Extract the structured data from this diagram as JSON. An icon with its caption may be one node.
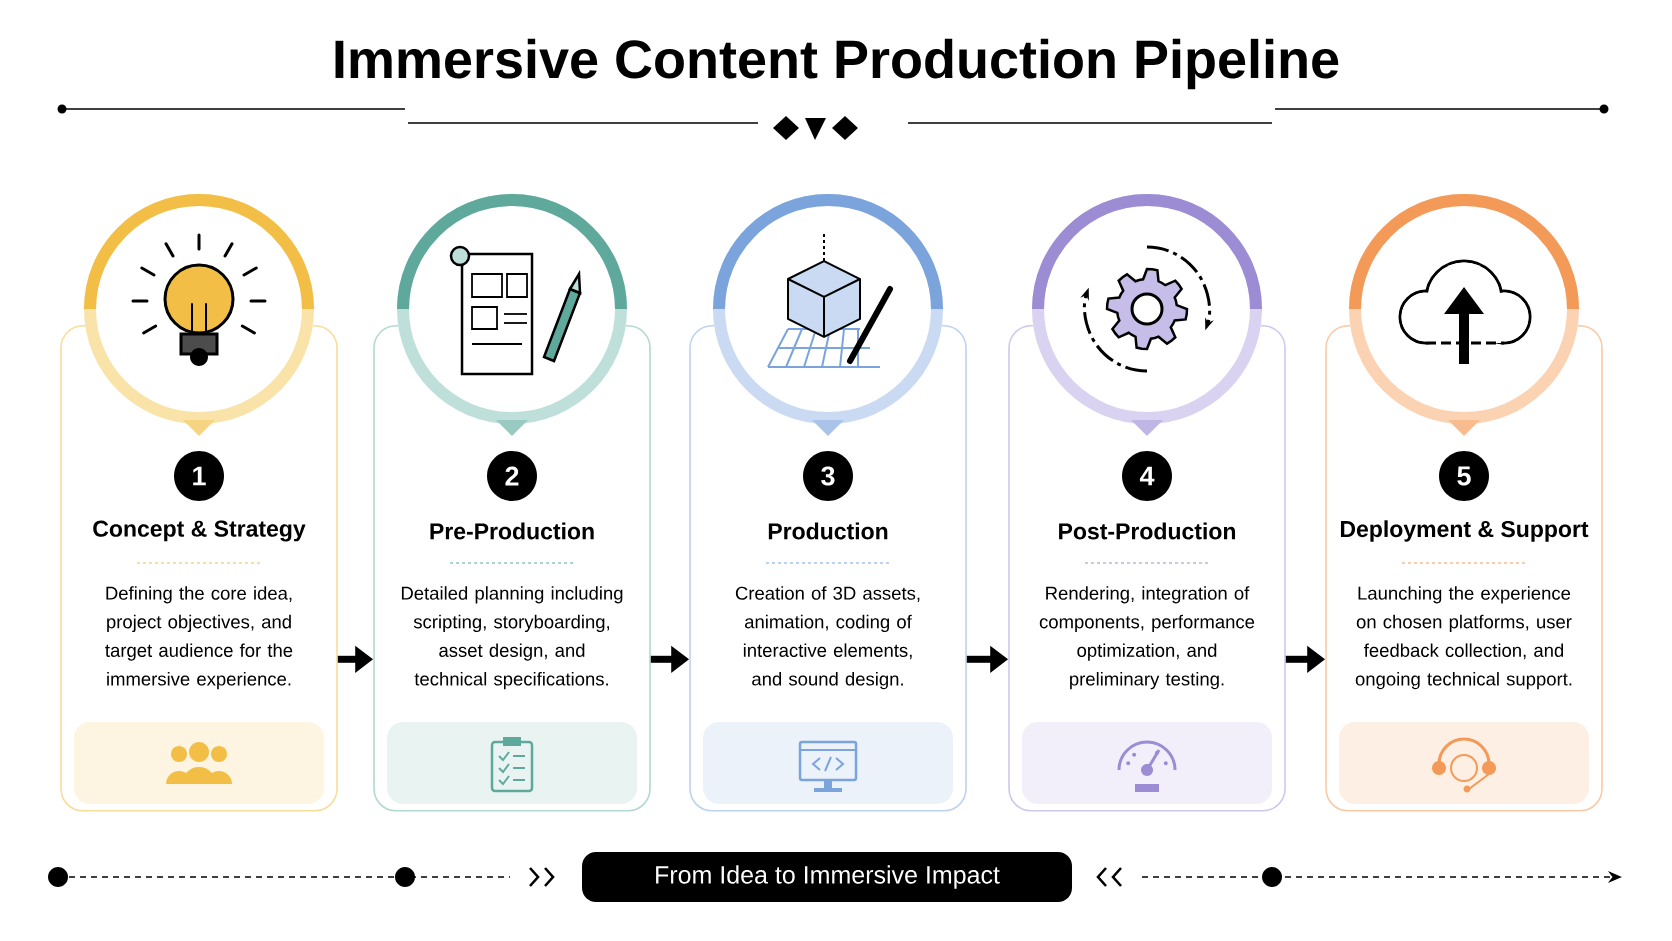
{
  "diagram": {
    "title": "Immersive Content Production Pipeline",
    "nodes": [
      {
        "text": [
          "1",
          "Concept & Strategy",
          "Defining the core idea, project objectives, and target audience for the immersive experience."
        ]
      },
      {
        "text": [
          "2",
          "Pre-Production",
          "Detailed planning including scripting, storyboarding, asset design, and technical specifications."
        ]
      },
      {
        "text": [
          "3",
          "Production",
          "Creation of 3D assets, animation, coding of interactive elements, and sound design."
        ]
      },
      {
        "text": [
          "4",
          "Post-Production",
          "Rendering, integration of components, performance optimization, and preliminary testing."
        ]
      },
      {
        "text": [
          "5",
          "Deployment & Support",
          "Launching the experience on chosen platforms, user feedback collection, and ongoing technical support."
        ]
      },
      {
        "text": [
          "From Idea to Immersive Impact"
        ]
      }
    ],
    "edges": [
      {
        "from": 0,
        "to": 1,
        "arrow": "to"
      },
      {
        "from": 1,
        "to": 2,
        "arrow": "to"
      },
      {
        "from": 2,
        "to": 3,
        "arrow": "to"
      },
      {
        "from": 3,
        "to": 4,
        "arrow": "to"
      }
    ]
  }
}
